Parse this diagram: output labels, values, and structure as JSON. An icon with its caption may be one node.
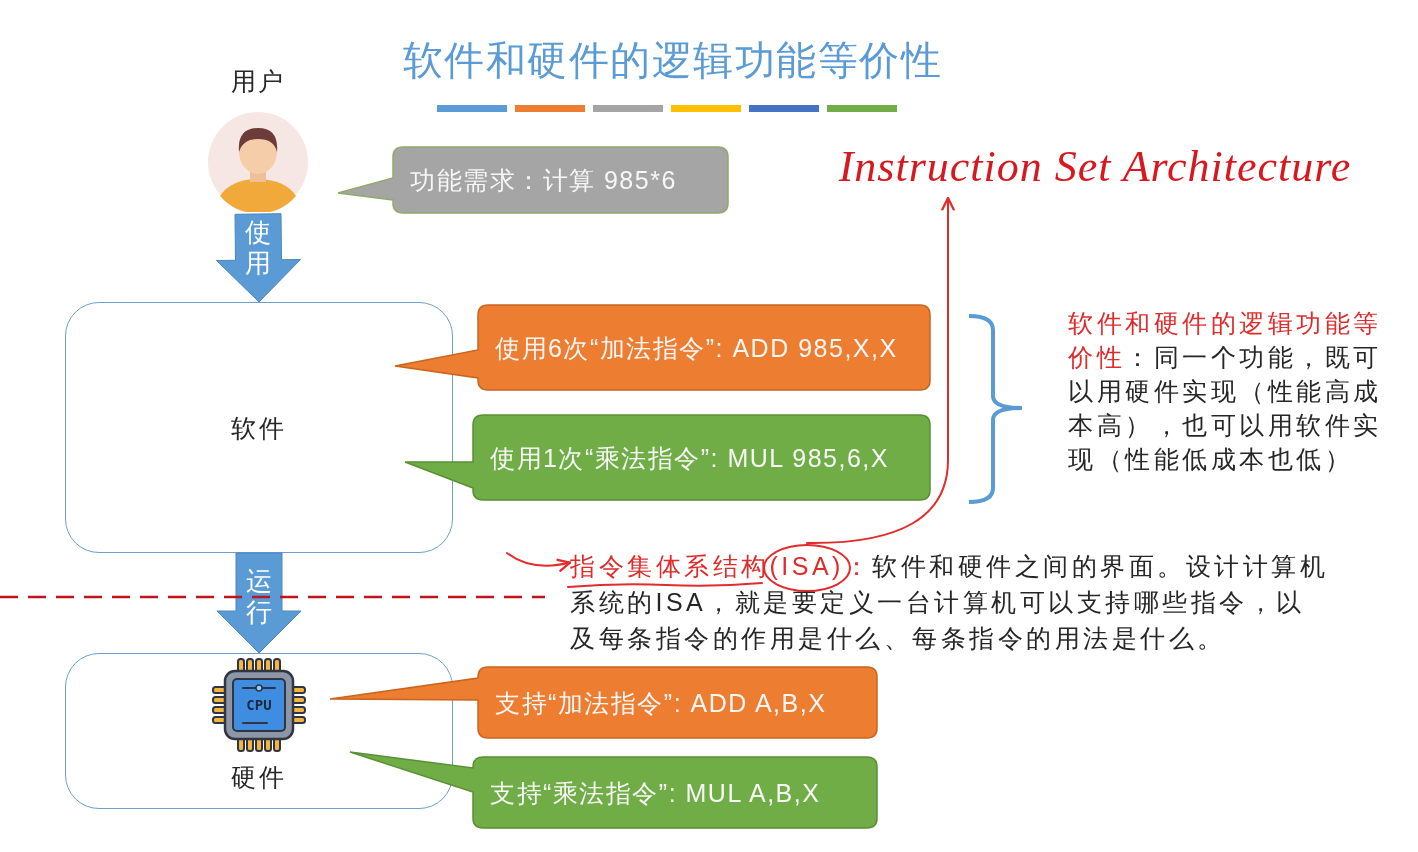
{
  "diagram": {
    "title": "软件和硬件的逻辑功能等价性",
    "nodes": [
      {
        "text": [
          "用户"
        ]
      },
      {
        "text": [
          "功能需求：计算 985*6"
        ]
      },
      {
        "text": [
          "Instruction Set Architecture"
        ]
      },
      {
        "text": [
          "软件"
        ]
      },
      {
        "text": [
          "使用6次“加法指令”: ADD 985,X,X"
        ]
      },
      {
        "text": [
          "使用1次“乘法指令”: MUL 985,6,X"
        ]
      },
      {
        "text": [
          "指令集体系结构(ISA)：",
          "软件和硬件之间的界面。设计计算机系统的ISA，就是要定义一台计算机可以支持哪些指令，以及每条指令的作用是什么、每条指令的用法是什么。"
        ]
      },
      {
        "text": [],
        "shape": "circle"
      },
      {
        "text": [
          "硬件"
        ]
      },
      {
        "text": [
          "支持“加法指令”: ADD A,B,X"
        ]
      },
      {
        "text": [
          "支持“乘法指令”: MUL A,B,X"
        ]
      }
    ],
    "edges": [
      {
        "from": 0,
        "to": 3,
        "arrow": "to",
        "label": "使用",
        "style": "thick",
        "color": "#5b9bd5"
      },
      {
        "from": 3,
        "to": 8,
        "arrow": "to",
        "label": "运行",
        "style": "thick",
        "color": "#5b9bd5"
      },
      {
        "from": null,
        "to": 6,
        "arrow": "to",
        "color": "#e32b2b"
      },
      {
        "from": 7,
        "to": 2,
        "arrow": "to",
        "color": "#e32b2b"
      }
    ],
    "labels": [
      "软件和硬件的逻辑功能等价性",
      "：同一个功能，既可以用硬件实现（性能高成本高），也可以用软件实现（性能低成本也低）",
      "CPU"
    ]
  }
}
